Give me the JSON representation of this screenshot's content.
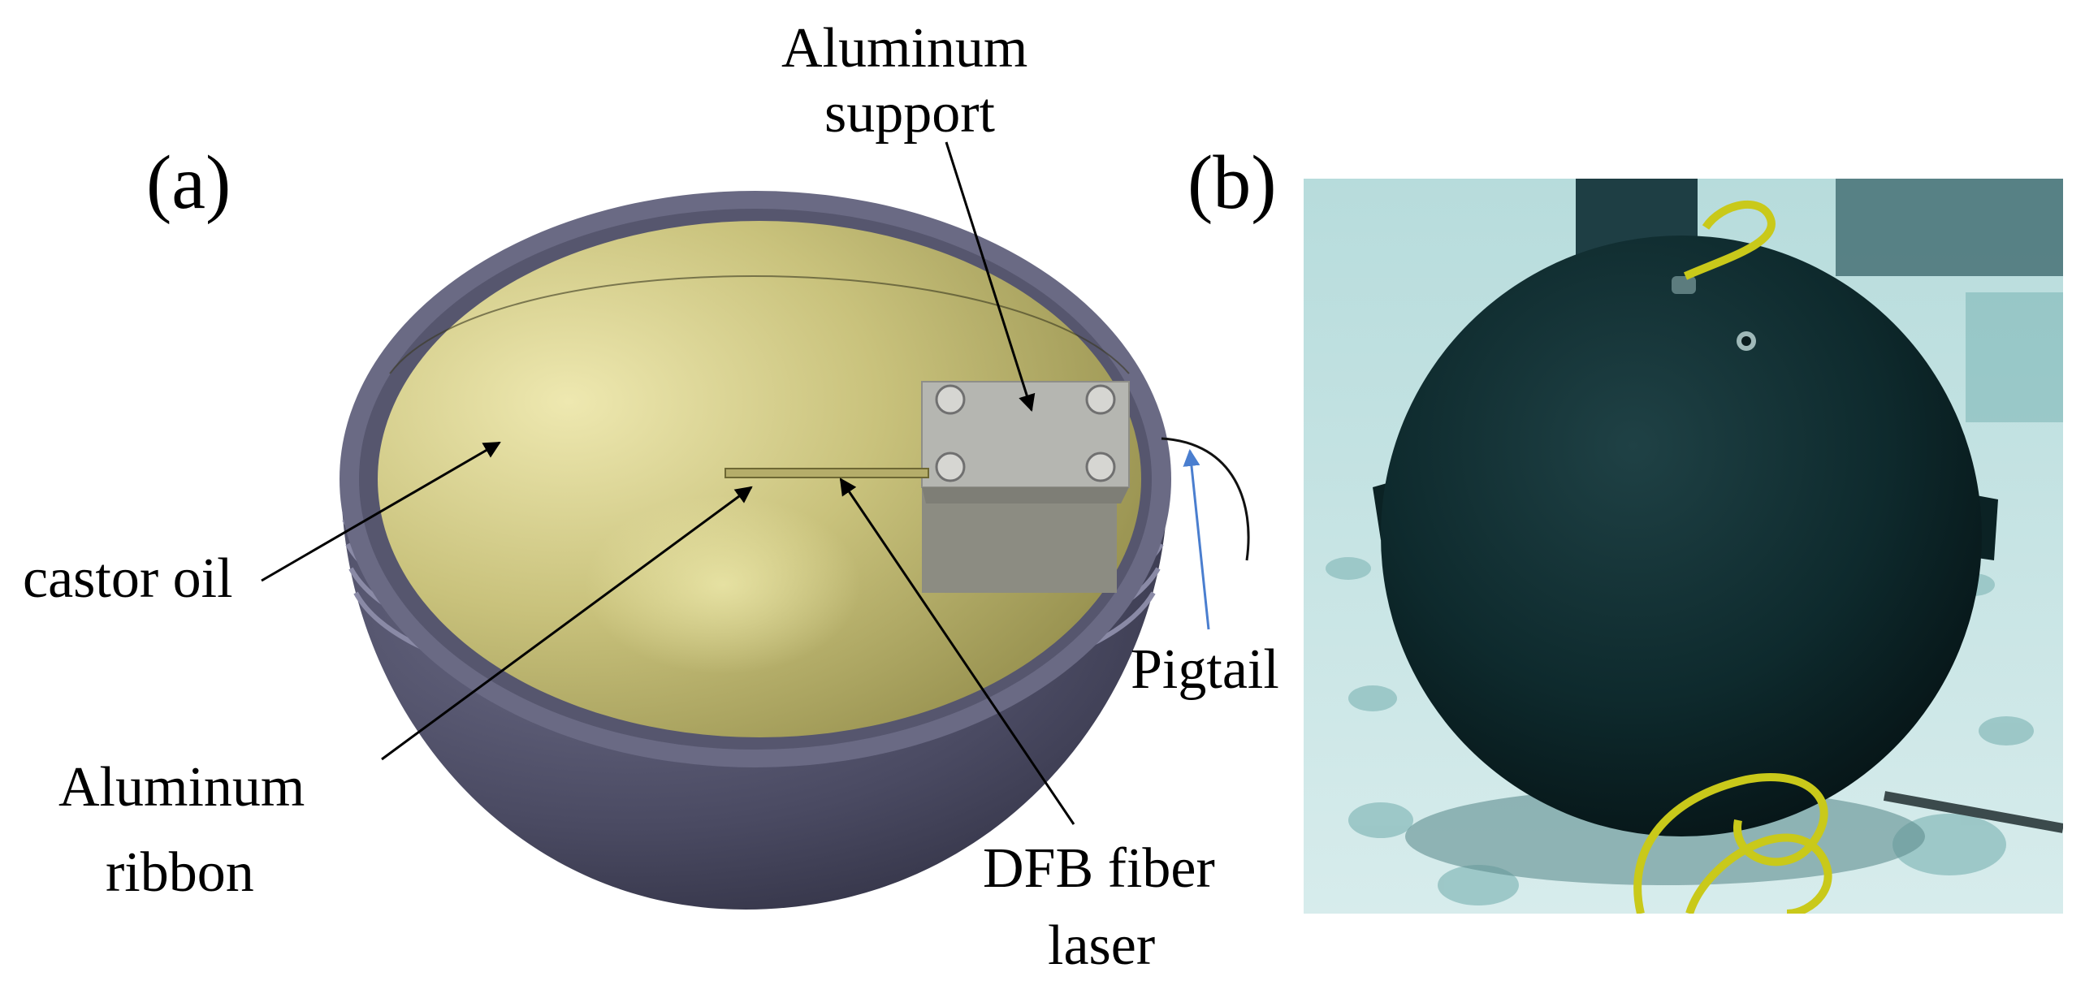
{
  "panels": {
    "a": "(a)",
    "b": "(b)"
  },
  "labels": {
    "aluminum_support": [
      "Aluminum",
      "support"
    ],
    "castor_oil": "castor oil",
    "pigtail": "Pigtail",
    "aluminum_ribbon": [
      "Aluminum",
      "ribbon"
    ],
    "dfb_fiber_laser": [
      "DFB fiber",
      "laser"
    ]
  },
  "colors": {
    "bowl_rim": "#6a6a84",
    "bowl_shell": "#4e4e66",
    "oil_surface": "#c8c27a",
    "support_block": "#a9aaa6",
    "pigtail_arrow": "#4a7ecf",
    "photo_bg": "#cfe6e6",
    "sphere": "#0d2628",
    "cable": "#c7c81f"
  }
}
